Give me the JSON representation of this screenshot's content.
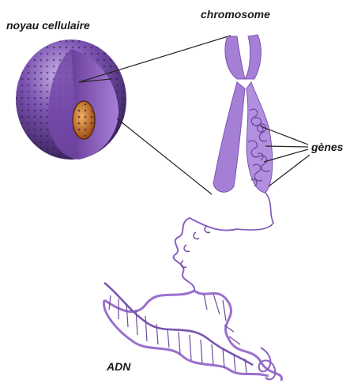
{
  "labels": {
    "nucleus": "noyau cellulaire",
    "chromosome": "chromosome",
    "genes": "gènes",
    "dna": "ADN"
  },
  "colors": {
    "chromosome": "#a57fd6",
    "chromosome_dark": "#7a55b0",
    "nucleus_outer": "#5a3a8a",
    "nucleus_inner": "#8a5bc0",
    "nucleolus": "#e08a30",
    "dna": "#9b6fcf",
    "dna_dark": "#6e4aa0",
    "line": "#222222"
  }
}
